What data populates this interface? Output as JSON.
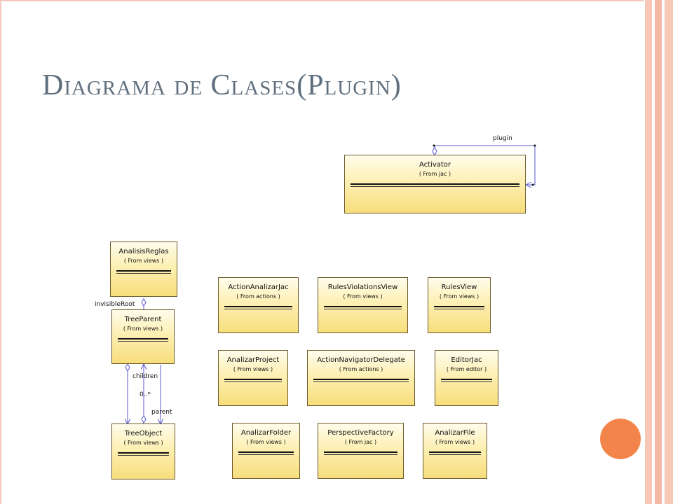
{
  "title": "Diagrama de Clases(Plugin)",
  "classes": [
    {
      "name": "Activator",
      "package": "( From jac )"
    },
    {
      "name": "AnalisisReglas",
      "package": "( From views )"
    },
    {
      "name": "TreeParent",
      "package": "( From views )"
    },
    {
      "name": "TreeObject",
      "package": "( From views )"
    },
    {
      "name": "ActionAnalizarJac",
      "package": "( From actions )"
    },
    {
      "name": "RulesViolationsView",
      "package": "( From views )"
    },
    {
      "name": "RulesView",
      "package": "( From views )"
    },
    {
      "name": "AnalizarProject",
      "package": "( From views )"
    },
    {
      "name": "ActionNavigatorDelegate",
      "package": "( From actions )"
    },
    {
      "name": "EditorJac",
      "package": "( From editor )"
    },
    {
      "name": "AnalizarFolder",
      "package": "( From views )"
    },
    {
      "name": "PerspectiveFactory",
      "package": "( From jac )"
    },
    {
      "name": "AnalizarFile",
      "package": "( From views )"
    }
  ],
  "relations": {
    "plugin": "plugin",
    "invisible_root": "invisibleRoot",
    "children": "children",
    "multiplicity": "0..*",
    "parent": "parent"
  },
  "colors": {
    "title": "#5f6f7e",
    "accent_dot": "#f4854a",
    "stripe": "#f7c8b6",
    "class_fill": "#fdf0b3",
    "link": "#5a5ad0"
  }
}
